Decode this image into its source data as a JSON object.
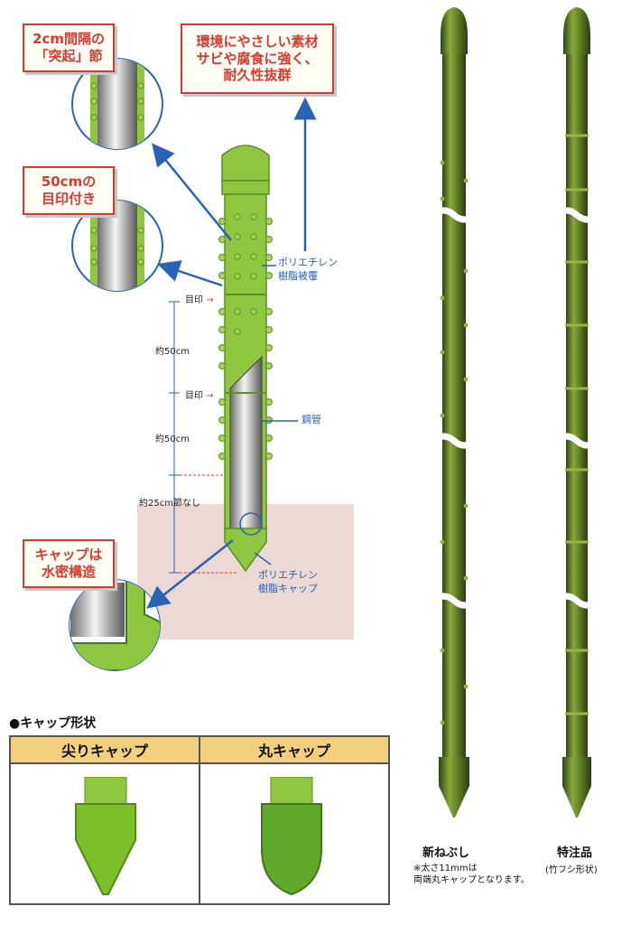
{
  "callouts": {
    "spacing_line1": "2cm間隔の",
    "spacing_line2": "「突起」節",
    "marks_line1": "50cmの",
    "marks_line2": "目印付き",
    "eco_line1": "環境にやさしい素材",
    "eco_line2": "サビや腐食に強く、",
    "eco_line3": "耐久性抜群",
    "cap_line1": "キャップは",
    "cap_line2": "水密構造"
  },
  "labels": {
    "mark1": "目印",
    "mark2": "目印",
    "approx50_1": "約50cm",
    "approx50_2": "約50cm",
    "approx25": "約25cm節なし",
    "coating_line1": "ポリエチレン",
    "coating_line2": "樹脂被覆",
    "steel_pipe": "鋼管",
    "cap_line1": "ポリエチレン",
    "cap_line2": "樹脂キャップ"
  },
  "cap_section": {
    "title": "●キャップ形状",
    "pointed": "尖りキャップ",
    "round": "丸キャップ"
  },
  "products": {
    "left_name": "新ねぶし",
    "left_note_line1": "※太さ11mmは",
    "left_note_line2": "両端丸キャップとなります。",
    "right_name": "特注品",
    "right_note": "(竹フシ形状)"
  },
  "colors": {
    "callout_red": "#d83a2e",
    "arrow_blue": "#2a63b6",
    "stake_green": "#8fc63f",
    "photo_green": "#6b8a2a",
    "table_header": "#f3cf7e"
  }
}
